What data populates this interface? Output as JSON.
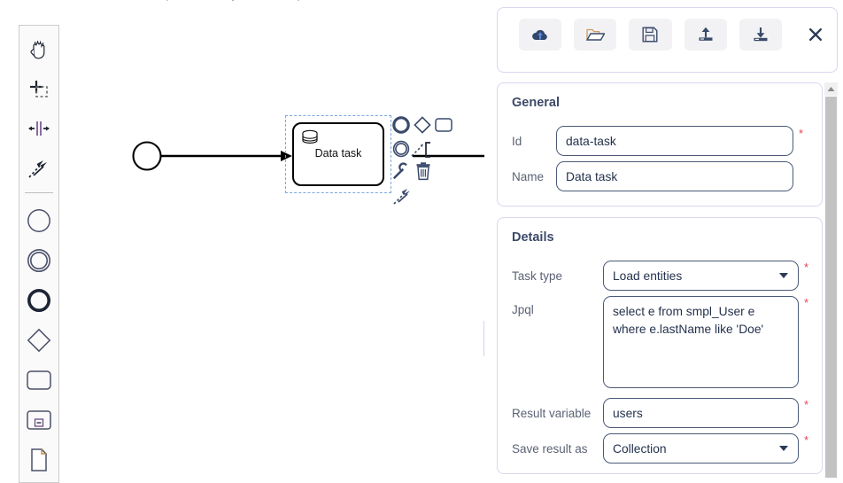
{
  "app": {
    "type": "bpmn-process-modeler",
    "accent": "#4a5a78",
    "panel_divider_color": "#cdc9e8",
    "required_marker_color": "#e8434d",
    "selection_color": "#7aa7e0"
  },
  "palette": {
    "name": "modeler-palette",
    "groups": [
      {
        "items": [
          {
            "name": "hand-tool",
            "icon": "hand-icon",
            "label": "Activate the hand tool"
          },
          {
            "name": "lasso-tool",
            "icon": "lasso-icon",
            "label": "Activate the lasso tool"
          },
          {
            "name": "space-tool",
            "icon": "space-icon",
            "label": "Activate the create/remove space tool"
          },
          {
            "name": "global-connect-tool",
            "icon": "connect-icon",
            "label": "Activate the global connect tool"
          }
        ]
      },
      {
        "items": [
          {
            "name": "create-start-event",
            "icon": "circle-thin-icon",
            "label": "Create StartEvent"
          },
          {
            "name": "create-intermediate-event",
            "icon": "double-circle-icon",
            "label": "Create Intermediate/Boundary Event"
          },
          {
            "name": "create-end-event",
            "icon": "circle-thick-icon",
            "label": "Create EndEvent"
          },
          {
            "name": "create-gateway",
            "icon": "diamond-icon",
            "label": "Create Gateway"
          },
          {
            "name": "create-task",
            "icon": "rounded-rect-icon",
            "label": "Create Task"
          },
          {
            "name": "create-subprocess",
            "icon": "subprocess-icon",
            "label": "Create expanded SubProcess"
          },
          {
            "name": "create-data-object",
            "icon": "document-icon",
            "label": "Create DataObjectReference"
          }
        ]
      }
    ]
  },
  "canvas": {
    "name": "bpmn-canvas",
    "elements": [
      {
        "name": "start-event",
        "type": "start-event",
        "label": ""
      },
      {
        "name": "sequence-flow-1",
        "type": "sequence-flow"
      },
      {
        "name": "data-task-shape",
        "type": "service-task",
        "label": "Data task",
        "marker": "database-icon",
        "selected": true
      },
      {
        "name": "sequence-flow-2",
        "type": "sequence-flow"
      }
    ],
    "context_pad": {
      "name": "context-pad",
      "items": [
        {
          "name": "append-end-event",
          "icon": "circle-thick-icon"
        },
        {
          "name": "append-gateway",
          "icon": "diamond-icon"
        },
        {
          "name": "append-task",
          "icon": "rounded-rect-icon"
        },
        {
          "name": "append-intermediate-event",
          "icon": "double-circle-icon"
        },
        {
          "name": "append-text-annotation",
          "icon": "annotation-icon"
        },
        {
          "name": "change-type",
          "icon": "wrench-icon"
        },
        {
          "name": "delete-element",
          "icon": "trash-icon"
        },
        {
          "name": "connect-element",
          "icon": "connect-icon"
        }
      ]
    }
  },
  "panel": {
    "name": "properties-panel",
    "collapse_handle": {
      "name": "panel-collapse-handle",
      "icon": "chevron-right-icon"
    },
    "toolbar": {
      "name": "modeler-toolbar",
      "buttons": [
        {
          "name": "deploy-button",
          "icon": "cloud-upload-icon",
          "label": "Deploy process"
        },
        {
          "name": "open-button",
          "icon": "folder-open-icon",
          "label": "Open"
        },
        {
          "name": "save-button",
          "icon": "floppy-disk-icon",
          "label": "Save"
        },
        {
          "name": "import-button",
          "icon": "upload-icon",
          "label": "Import"
        },
        {
          "name": "export-button",
          "icon": "download-icon",
          "label": "Export"
        },
        {
          "name": "close-button",
          "icon": "close-icon",
          "label": "Close"
        }
      ]
    },
    "general": {
      "title": "General",
      "fields": [
        {
          "name": "id-field",
          "label": "Id",
          "value": "data-task",
          "required": true,
          "control": "text"
        },
        {
          "name": "name-field",
          "label": "Name",
          "value": "Data task",
          "required": false,
          "control": "text"
        }
      ]
    },
    "details": {
      "title": "Details",
      "fields": [
        {
          "name": "task-type-select",
          "label": "Task type",
          "value": "Load entities",
          "required": true,
          "control": "select"
        },
        {
          "name": "jpql-textarea",
          "label": "Jpql",
          "value": "select e from smpl_User e where e.lastName like 'Doe'",
          "required": true,
          "control": "textarea"
        },
        {
          "name": "result-variable-field",
          "label": "Result variable",
          "value": "users",
          "required": true,
          "control": "text"
        },
        {
          "name": "save-result-as-select",
          "label": "Save result as",
          "value": "Collection",
          "required": true,
          "control": "select"
        }
      ]
    },
    "scrollbar": {
      "name": "panel-scrollbar",
      "up_icon": "triangle-up-icon",
      "position": "top"
    }
  }
}
